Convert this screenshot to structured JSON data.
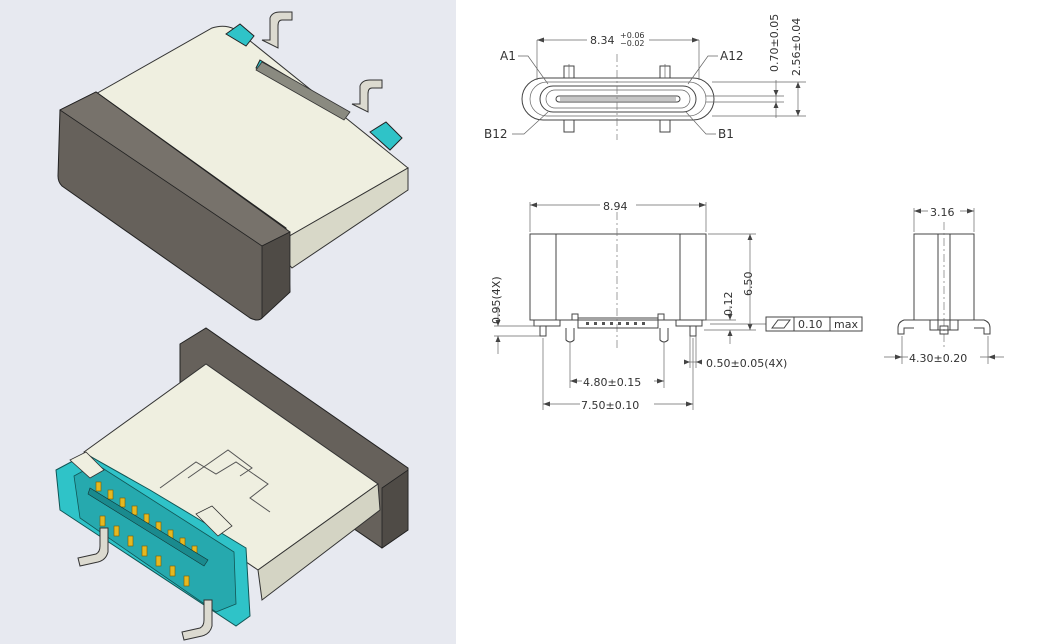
{
  "drawing": {
    "front_view": {
      "width_label_main": "8.34",
      "width_tol_plus": "+0.06",
      "width_tol_minus": "−0.02",
      "pin_a1": "A1",
      "pin_a12": "A12",
      "pin_b12": "B12",
      "pin_b1": "B1",
      "dim_070": "0.70±0.05",
      "dim_256": "2.56±0.04"
    },
    "side_view": {
      "dim_894": "8.94",
      "dim_650": "6.50",
      "dim_012": "0.12",
      "dim_095": "0.95(4X)",
      "dim_480": "4.80±0.15",
      "dim_750": "7.50±0.10",
      "dim_050": "0.50±0.05(4X)",
      "flatness_value": "0.10",
      "flatness_max": "max"
    },
    "end_view": {
      "dim_316": "3.16",
      "dim_430": "4.30±0.20"
    }
  },
  "colors": {
    "left_background": "#e7e9f0",
    "housing_shell": "#eeeedd",
    "flange": "#5f5a55",
    "insulator": "#2fc3c8",
    "contacts": "#e5b820",
    "leg": "#d8d6cc"
  }
}
